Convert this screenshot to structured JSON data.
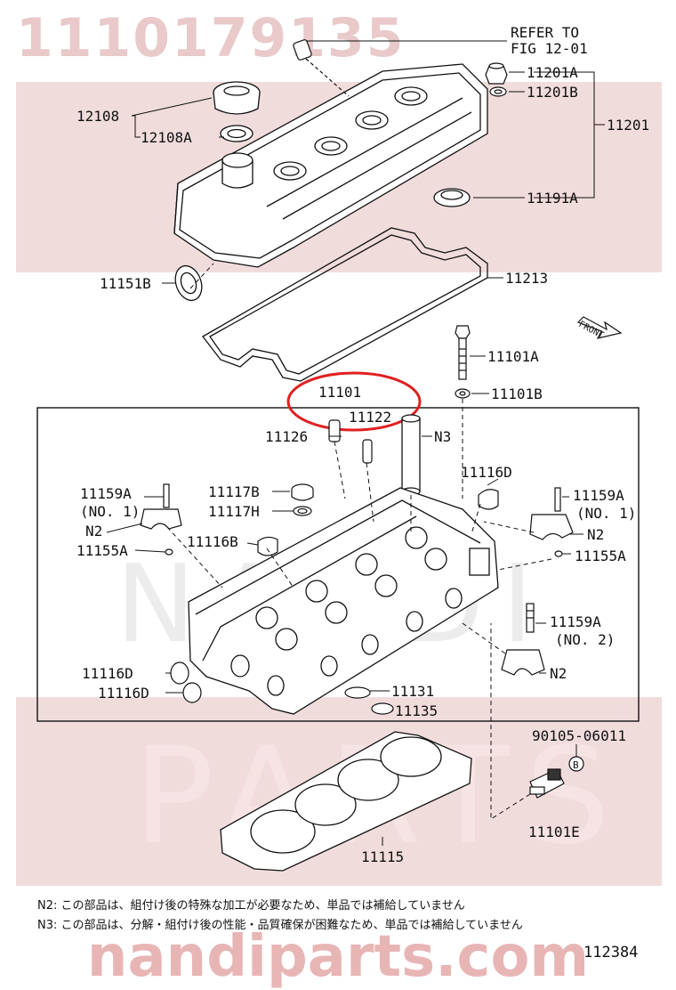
{
  "watermark": {
    "top_text": "1110179135",
    "middle_text": "NANDI",
    "parts_text": "PARTS",
    "footer_text": "nandiparts.com"
  },
  "labels": {
    "refer_to_line1": "REFER TO",
    "refer_to_line2": "FIG 12-01",
    "p11201A": "11201A",
    "p11201B": "11201B",
    "p11201": "11201",
    "p12108": "12108",
    "p12108A": "12108A",
    "p11191A": "11191A",
    "p11151B": "11151B",
    "p11213": "11213",
    "front": "FRONT",
    "p11101A": "11101A",
    "p11101B": "11101B",
    "p11101": "11101",
    "p11122": "11122",
    "p11126": "11126",
    "n3": "N3",
    "p11116D_top": "11116D",
    "p11159A_left": "11159A",
    "no1_left": "(NO. 1)",
    "n2_left": "N2",
    "p11155A_left": "11155A",
    "p11117B": "11117B",
    "p11117H": "11117H",
    "p11116B": "11116B",
    "p11159A_right": "11159A",
    "no1_right": "(NO. 1)",
    "n2_right": "N2",
    "p11155A_right": "11155A",
    "p11159A_no2": "11159A",
    "no2": "(NO. 2)",
    "n2_lower": "N2",
    "p11116D_a": "11116D",
    "p11116D_b": "11116D",
    "p11131": "11131",
    "p11135": "11135",
    "p90105": "90105-06011",
    "b_marker": "B",
    "p11101E": "11101E",
    "p11115": "11115"
  },
  "notes": {
    "n2": "N2: この部品は、組付け後の特殊な加工が必要なため、単品では補給していません",
    "n3": "N3: この部品は、分解・組付け後の性能・品質確保が困難なため、単品では補給していません"
  },
  "diagram_code": "112384"
}
